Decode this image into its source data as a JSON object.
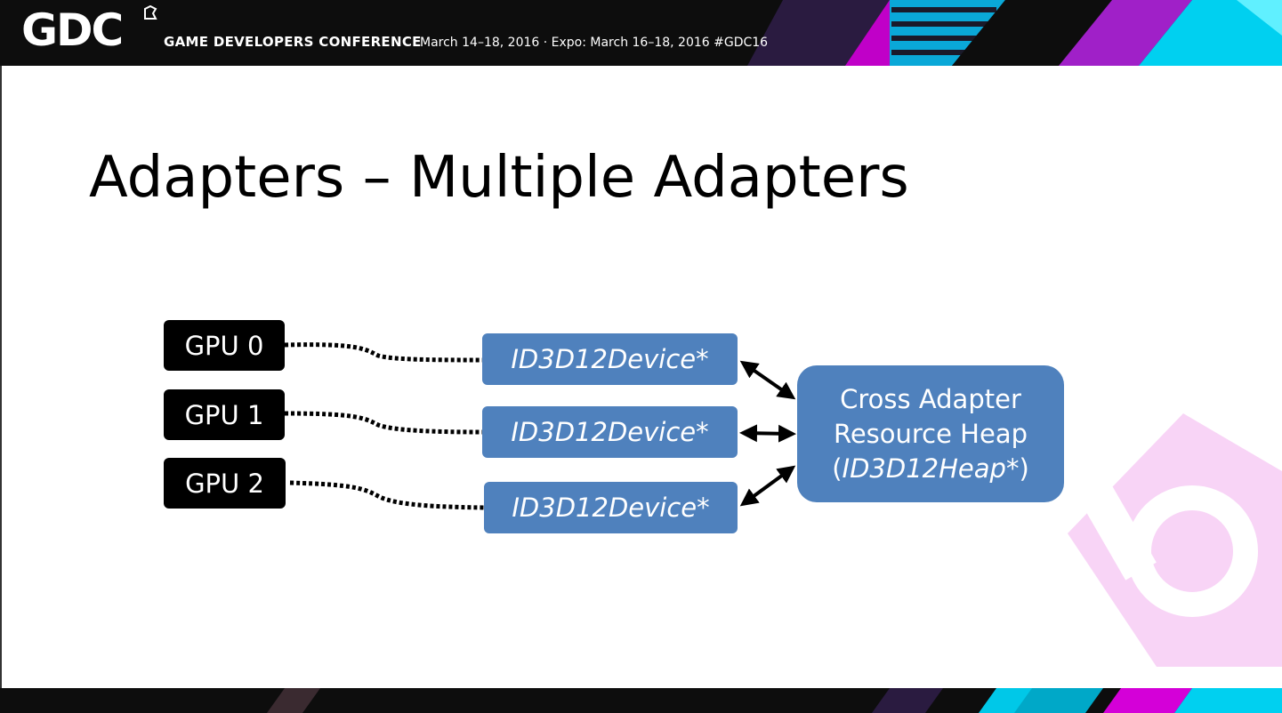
{
  "header": {
    "logo": "GDC",
    "conference_name": "GAME DEVELOPERS CONFERENCE",
    "dates": "March 14–18, 2016 · Expo: March 16–18, 2016  #GDC16"
  },
  "slide": {
    "title": "Adapters – Multiple Adapters"
  },
  "diagram": {
    "gpus": [
      {
        "label": "GPU 0"
      },
      {
        "label": "GPU 1"
      },
      {
        "label": "GPU 2"
      }
    ],
    "devices": [
      {
        "label": "ID3D12Device*"
      },
      {
        "label": "ID3D12Device*"
      },
      {
        "label": "ID3D12Device*"
      }
    ],
    "heap": {
      "line1": "Cross Adapter",
      "line2": "Resource Heap",
      "line3_open": "(",
      "line3_italic": "ID3D12Heap*",
      "line3_close": ")"
    }
  },
  "colors": {
    "device_fill": "#4f81bd",
    "gpu_fill": "#000000",
    "header_bg": "#0d0d0d",
    "accent_cyan": "#00c8e8",
    "accent_magenta": "#d400d8"
  }
}
